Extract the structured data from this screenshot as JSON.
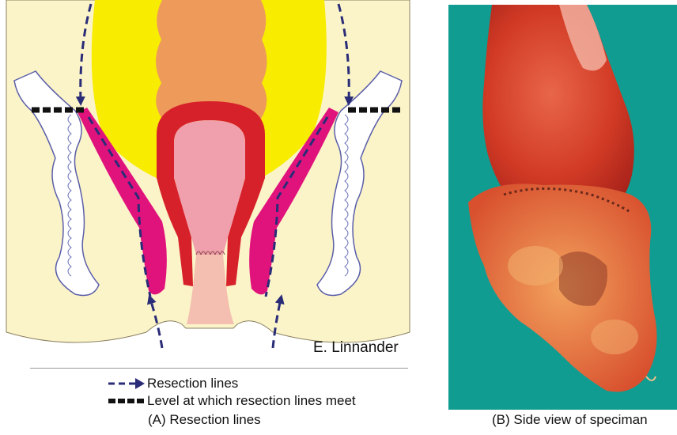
{
  "diagram": {
    "credit": "E. Linnander",
    "legend": [
      {
        "icon": "dashed-arrow-icon",
        "label": "Resection lines"
      },
      {
        "icon": "dashed-bar-icon",
        "label": "Level at which resection lines meet"
      }
    ],
    "caption": "(A) Resection lines",
    "colors": {
      "background": "#fbf4c9",
      "fat": "#f8ec00",
      "colon": "#ee9a5b",
      "rectal_wall": "#d7212a",
      "mucosa": "#f0a0ad",
      "anal_canal": "#f4bfb0",
      "levator_muscle": "#e0137c",
      "pelvic_bone": "#ffffff",
      "resection_line": "#2a2c78",
      "meeting_level": "#111111"
    }
  },
  "photo": {
    "caption": "(B) Side view of speciman",
    "colors": {
      "background": "#12a69a",
      "specimen": "#d5402a"
    }
  }
}
